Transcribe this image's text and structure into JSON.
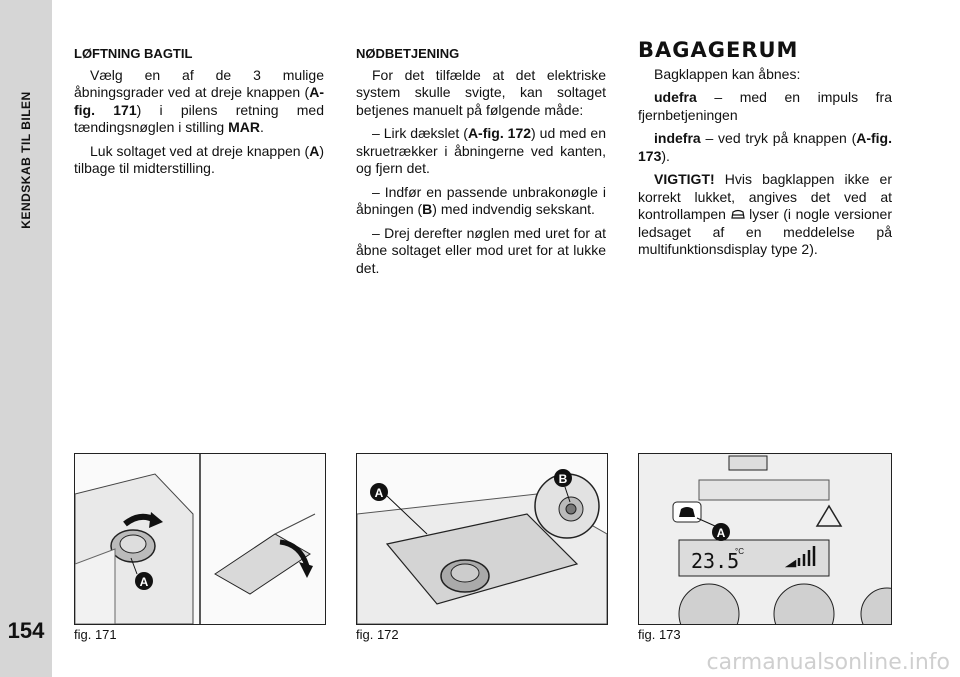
{
  "sidebar": {
    "section": "KENDSKAB TIL BILEN",
    "page_number": "154"
  },
  "col1": {
    "heading": "LØFTNING BAGTIL",
    "p1_a": "Vælg en af de 3 mulige åbningsgrader ved at dreje knappen (",
    "p1_ref": "A-fig. 171",
    "p1_b": ") i pilens retning med tændingsnøglen i stilling ",
    "p1_mar": "MAR",
    "p1_c": ".",
    "p2_a": "Luk soltaget ved at dreje knappen (",
    "p2_ref": "A",
    "p2_b": ") tilbage til midterstilling."
  },
  "col2": {
    "heading": "NØDBETJENING",
    "p1": "For det tilfælde at det elektriske system skulle svigte, kan soltaget betjenes manuelt på følgende måde:",
    "p2_a": "– Lirk dækslet (",
    "p2_ref": "A-fig. 172",
    "p2_b": ") ud med en skruetrækker i åbningerne ved kanten, og fjern det.",
    "p3_a": "– Indfør en passende unbrakonøgle i åbningen (",
    "p3_ref": "B",
    "p3_b": ") med indvendig sekskant.",
    "p4": "– Drej derefter nøglen med uret for at åbne soltaget eller mod uret for at lukke det."
  },
  "col3": {
    "heading": "BAGAGERUM",
    "p1": "Bagklappen kan åbnes:",
    "p2_bold": "udefra",
    "p2_rest": " – med en impuls fra fjernbetjeningen",
    "p3_bold": "indefra",
    "p3_a": " – ved tryk på knappen (",
    "p3_ref": "A-fig. 173",
    "p3_b": ").",
    "p4_bold": "VIGTIGT!",
    "p4_a": " Hvis bagklappen ikke er korrekt lukket, angives det ved at kontrollampen ",
    "p4_b": " lyser (i nogle versioner ledsaget af en meddelelse på multifunktionsdisplay type 2)."
  },
  "figures": {
    "fig171": {
      "caption": "fig. 171",
      "label_a": "A"
    },
    "fig172": {
      "caption": "fig. 172",
      "label_a": "A",
      "label_b": "B"
    },
    "fig173": {
      "caption": "fig. 173",
      "label_a": "A",
      "display_temp": "23.5",
      "display_unit": "°C"
    }
  },
  "watermark": "carmanualsonline.info",
  "icons": {
    "trunk_lamp": "trunk-open-lamp-icon"
  }
}
